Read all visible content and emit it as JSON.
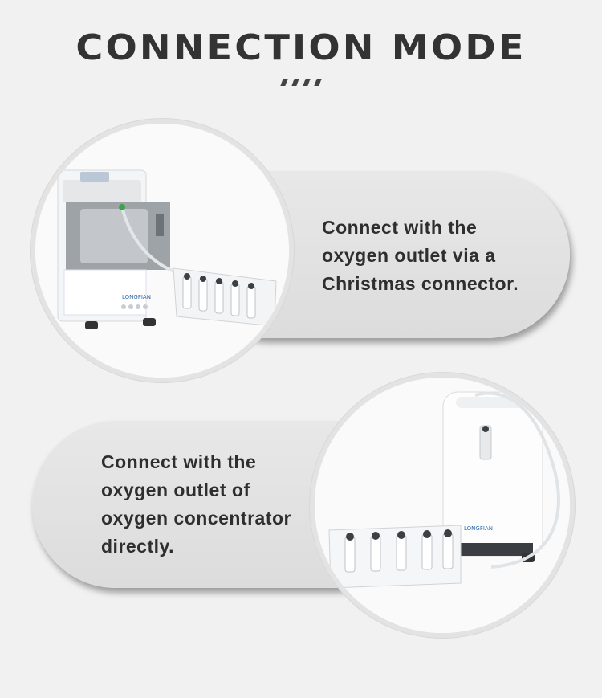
{
  "header": {
    "title": "CONNECTION  MODE"
  },
  "sections": [
    {
      "text": "Connect with the\noxygen outlet via a\nChristmas connector."
    },
    {
      "text": "Connect with the\noxygen outlet of\noxygen concentrator\ndirectly."
    }
  ],
  "brand": "LONGFIAN",
  "colors": {
    "background": "#f1f1f1",
    "pill": "#dfdfdf",
    "title": "#333333",
    "text": "#2e2e2e",
    "device_gray": "#9aa0a6"
  },
  "images": [
    {
      "name": "concentrator-with-christmas-connector-photo"
    },
    {
      "name": "concentrator-direct-connection-photo"
    }
  ]
}
